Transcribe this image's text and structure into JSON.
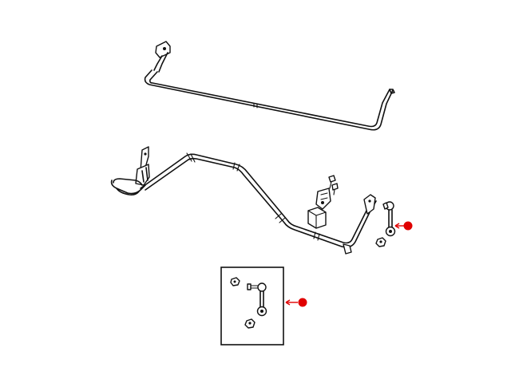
{
  "diagram": {
    "background": "#ffffff",
    "line_color": "#111111",
    "callout_color": "#e00000",
    "parts": [
      {
        "name": "upper-stabilizer-bar"
      },
      {
        "name": "lower-stabilizer-bar"
      },
      {
        "name": "stabilizer-bar-bushing"
      },
      {
        "name": "bushing-clamp"
      },
      {
        "name": "stabilizer-link"
      },
      {
        "name": "detail-inset"
      }
    ],
    "callouts": [
      {
        "name": "callout-stabilizer-link",
        "marker": "red-dot",
        "arrow": "left"
      },
      {
        "name": "callout-inset-link",
        "marker": "red-dot",
        "arrow": "left"
      }
    ]
  }
}
